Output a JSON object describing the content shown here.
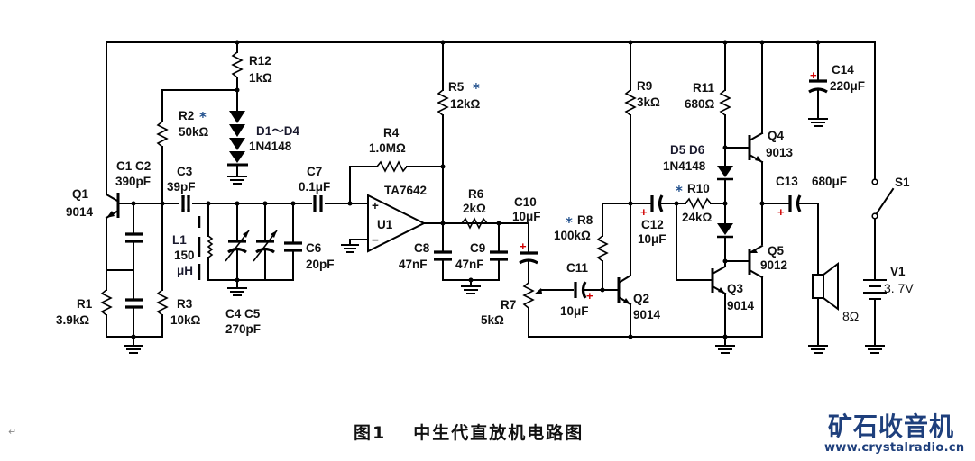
{
  "figure": {
    "caption_number": "图1",
    "caption_title": "中生代直放机电路图",
    "paragraph_mark": "↵"
  },
  "branding": {
    "logo_text": "矿石收音机",
    "url": "www.crystalradio.cn",
    "color": "#1e3f7c"
  },
  "components": {
    "Q1": {
      "ref": "Q1",
      "value": "9014"
    },
    "Q2": {
      "ref": "Q2",
      "value": "9014"
    },
    "Q3": {
      "ref": "Q3",
      "value": "9014"
    },
    "Q4": {
      "ref": "Q4",
      "value": "9013"
    },
    "Q5": {
      "ref": "Q5",
      "value": "9012"
    },
    "R1": {
      "ref": "R1",
      "value": "3.9kΩ"
    },
    "R2": {
      "ref": "R2",
      "value": "50kΩ",
      "star": "*"
    },
    "R3": {
      "ref": "R3",
      "value": "10kΩ"
    },
    "R4": {
      "ref": "R4",
      "value": "1.0MΩ"
    },
    "R5": {
      "ref": "R5",
      "value": "12kΩ",
      "star": "*"
    },
    "R6": {
      "ref": "R6",
      "value": "2kΩ"
    },
    "R7": {
      "ref": "R7",
      "value": "5kΩ"
    },
    "R8": {
      "ref": "R8",
      "value": "100kΩ",
      "star": "*"
    },
    "R9": {
      "ref": "R9",
      "value": "3kΩ"
    },
    "R10": {
      "ref": "R10",
      "value": "24kΩ",
      "star": "*"
    },
    "R11": {
      "ref": "R11",
      "value": "680Ω"
    },
    "R12": {
      "ref": "R12",
      "value": "1kΩ"
    },
    "C1C2": {
      "ref": "C1  C2",
      "value": "390pF"
    },
    "C3": {
      "ref": "C3",
      "value": "39pF"
    },
    "C4C5": {
      "ref": "C4   C5",
      "value": "270pF"
    },
    "C6": {
      "ref": "C6",
      "value": "20pF"
    },
    "C7": {
      "ref": "C7",
      "value": "0.1μF"
    },
    "C8": {
      "ref": "C8",
      "value": "47nF"
    },
    "C9": {
      "ref": "C9",
      "value": "47nF"
    },
    "C10": {
      "ref": "C10",
      "value": "10μF"
    },
    "C11": {
      "ref": "C11",
      "value": "10μF"
    },
    "C12": {
      "ref": "C12",
      "value": "10μF"
    },
    "C13": {
      "ref": "C13",
      "value": "680μF"
    },
    "C14": {
      "ref": "C14",
      "value": "220μF"
    },
    "L1": {
      "ref": "L1",
      "value1": "150",
      "value2": "μH"
    },
    "D1D4": {
      "ref": "D1～D4",
      "value": "1N4148"
    },
    "D5D6": {
      "ref": "D5  D6",
      "value": "1N4148"
    },
    "U1": {
      "ref": "U1",
      "value": "TA7642",
      "plus": "+",
      "minus": "−"
    },
    "S1": {
      "ref": "S1"
    },
    "V1": {
      "ref": "V1",
      "value": "3. 7V"
    },
    "SPK": {
      "value": "8Ω"
    }
  },
  "symbols": {
    "plus": "+",
    "star": "*"
  }
}
